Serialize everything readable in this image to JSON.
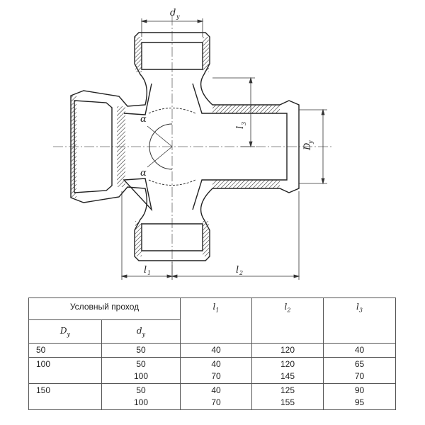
{
  "drawing": {
    "labels": {
      "dy_top": "d",
      "dy_top_sub": "y",
      "Dy_right": "D",
      "Dy_right_sub": "y",
      "l1": "l",
      "l1_sub": "1",
      "l2": "l",
      "l2_sub": "2",
      "l3": "l",
      "l3_sub": "3",
      "alpha_top": "α",
      "alpha_bottom": "α"
    }
  },
  "table": {
    "header": {
      "conditional_passage": "Условный проход",
      "Dy": "D",
      "Dy_sub": "y",
      "dy": "d",
      "dy_sub": "y",
      "l1": "l",
      "l1_sub": "1",
      "l2": "l",
      "l2_sub": "2",
      "l3": "l",
      "l3_sub": "3"
    },
    "groups": [
      {
        "Dy": "50",
        "rows": [
          {
            "dy": "50",
            "l1": "40",
            "l2": "120",
            "l3": "40"
          }
        ]
      },
      {
        "Dy": "100",
        "rows": [
          {
            "dy": "50",
            "l1": "40",
            "l2": "120",
            "l3": "65"
          },
          {
            "dy": "100",
            "l1": "70",
            "l2": "145",
            "l3": "70"
          }
        ]
      },
      {
        "Dy": "150",
        "rows": [
          {
            "dy": "50",
            "l1": "40",
            "l2": "125",
            "l3": "90"
          },
          {
            "dy": "100",
            "l1": "70",
            "l2": "155",
            "l3": "95"
          }
        ]
      }
    ]
  }
}
